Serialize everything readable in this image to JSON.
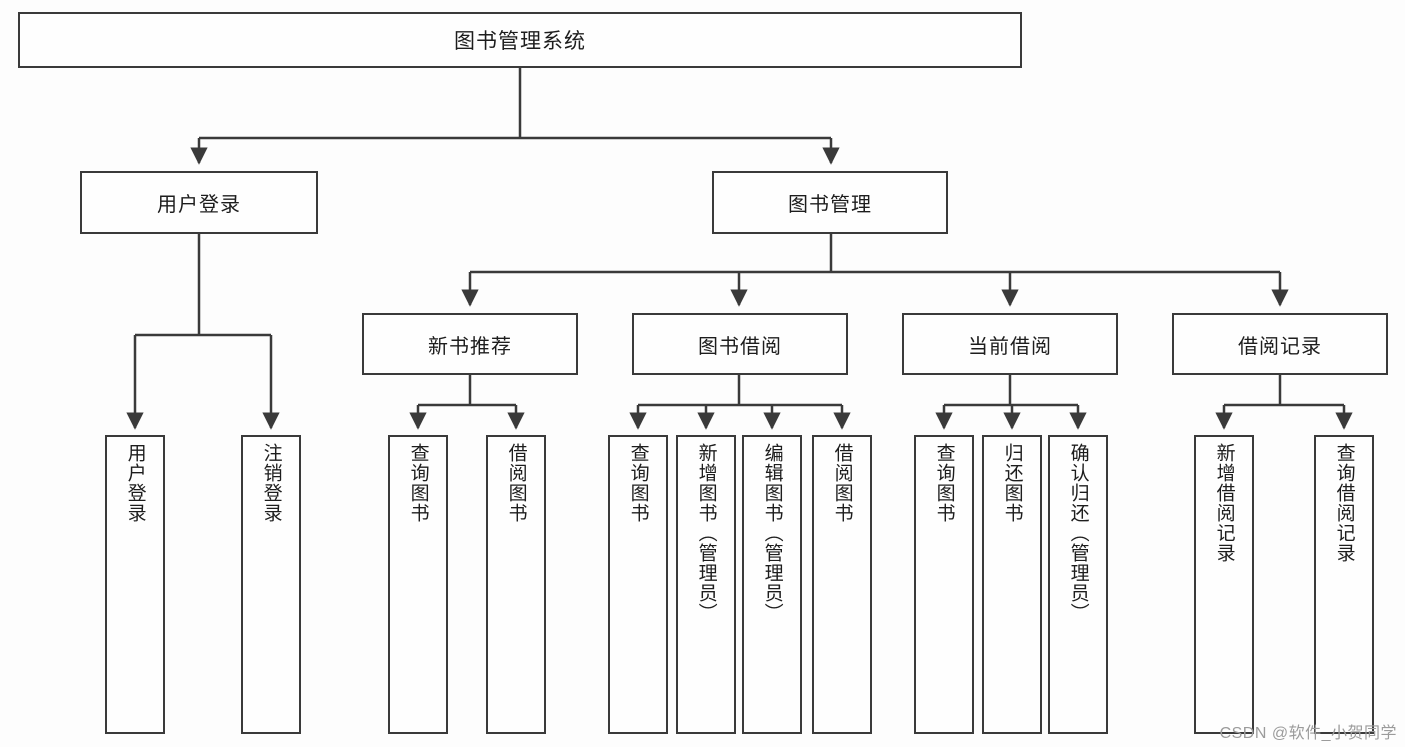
{
  "diagram": {
    "title": "图书管理系统",
    "type": "hierarchy-tree",
    "watermark": "CSDN @软件_小贺同学",
    "colors": {
      "background": "#fdfdfd",
      "node_fill": "#fefefe",
      "node_border": "#3a3a3a",
      "edge": "#3a3a3a",
      "text": "#1d1d1d",
      "watermark": "#9b9b9b"
    },
    "nodes": {
      "root": {
        "label": "图书管理系统",
        "level": 1
      },
      "level2": [
        {
          "id": "user-login",
          "label": "用户登录"
        },
        {
          "id": "book-management",
          "label": "图书管理"
        }
      ],
      "level3": [
        {
          "id": "new-book-recommend",
          "label": "新书推荐"
        },
        {
          "id": "book-borrow",
          "label": "图书借阅"
        },
        {
          "id": "current-borrow",
          "label": "当前借阅"
        },
        {
          "id": "borrow-record",
          "label": "借阅记录"
        }
      ],
      "leaves": {
        "user-login": [
          {
            "id": "leaf-user-login",
            "label": "用户登录"
          },
          {
            "id": "leaf-user-logout",
            "label": "注销登录"
          }
        ],
        "new-book-recommend": [
          {
            "id": "leaf-query-book-1",
            "label": "查询图书"
          },
          {
            "id": "leaf-borrow-book-1",
            "label": "借阅图书"
          }
        ],
        "book-borrow": [
          {
            "id": "leaf-query-book-2",
            "label": "查询图书"
          },
          {
            "id": "leaf-add-book",
            "label": "新增图书（管理员）"
          },
          {
            "id": "leaf-edit-book",
            "label": "编辑图书（管理员）"
          },
          {
            "id": "leaf-borrow-book-2",
            "label": "借阅图书"
          }
        ],
        "current-borrow": [
          {
            "id": "leaf-query-book-3",
            "label": "查询图书"
          },
          {
            "id": "leaf-return-book",
            "label": "归还图书"
          },
          {
            "id": "leaf-confirm-return",
            "label": "确认归还（管理员）"
          }
        ],
        "borrow-record": [
          {
            "id": "leaf-add-record",
            "label": "新增借阅记录"
          },
          {
            "id": "leaf-query-record",
            "label": "查询借阅记录"
          }
        ]
      }
    }
  }
}
